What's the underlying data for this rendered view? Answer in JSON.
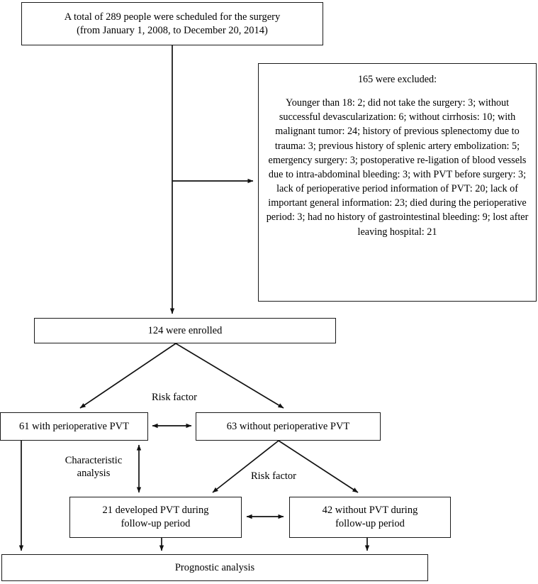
{
  "diagram": {
    "title": "Patient enrollment flow diagram",
    "stroke_color": "#1a1a1a",
    "background": "#ffffff"
  },
  "nodes": {
    "scheduled": {
      "line1": "A total of 289 people were scheduled for the surgery",
      "line2": "(from January 1, 2008, to December 20, 2014)",
      "count": 289
    },
    "excluded": {
      "header": "165 were excluded:",
      "count": 165,
      "body": "Younger than 18: 2; did not take the surgery: 3; without successful devascularization: 6; without cirrhosis: 10; with malignant tumor: 24; history of previous splenectomy due to trauma: 3; previous history of splenic artery embolization: 5; emergency surgery: 3; postoperative re-ligation of blood vessels due to intra-abdominal bleeding: 3; with PVT before surgery: 3;\nlack of perioperative period information of PVT: 20;\nlack of important general information: 23;\ndied during the perioperative period: 3;\nhad no history of gastrointestinal bleeding: 9;\nlost after leaving hospital: 21",
      "reasons": [
        {
          "reason": "Younger than 18",
          "n": 2
        },
        {
          "reason": "did not take the surgery",
          "n": 3
        },
        {
          "reason": "without successful devascularization",
          "n": 6
        },
        {
          "reason": "without cirrhosis",
          "n": 10
        },
        {
          "reason": "with malignant tumor",
          "n": 24
        },
        {
          "reason": "history of previous splenectomy due to trauma",
          "n": 3
        },
        {
          "reason": "previous history of splenic artery embolization",
          "n": 5
        },
        {
          "reason": "emergency surgery",
          "n": 3
        },
        {
          "reason": "postoperative re-ligation of blood vessels due to intra-abdominal bleeding",
          "n": 3
        },
        {
          "reason": "with PVT before surgery",
          "n": 3
        },
        {
          "reason": "lack of perioperative period information of PVT",
          "n": 20
        },
        {
          "reason": "lack of important general information",
          "n": 23
        },
        {
          "reason": "died during the perioperative period",
          "n": 3
        },
        {
          "reason": "had no history of gastrointestinal bleeding",
          "n": 9
        },
        {
          "reason": "lost after leaving hospital",
          "n": 21
        }
      ]
    },
    "enrolled": {
      "label": "124 were enrolled",
      "count": 124
    },
    "with_pvt": {
      "label": "61 with perioperative PVT",
      "count": 61
    },
    "without_pvt": {
      "label": "63 without perioperative PVT",
      "count": 63
    },
    "developed_pvt": {
      "line1": "21 developed PVT during",
      "line2": "follow-up period",
      "count": 21
    },
    "no_pvt_followup": {
      "line1": "42 without PVT during",
      "line2": "follow-up period",
      "count": 42
    },
    "prognostic": {
      "label": "Prognostic analysis"
    }
  },
  "edge_labels": {
    "risk_factor_top": "Risk factor",
    "characteristic_analysis": "Characteristic\nanalysis",
    "risk_factor_bottom": "Risk factor"
  }
}
